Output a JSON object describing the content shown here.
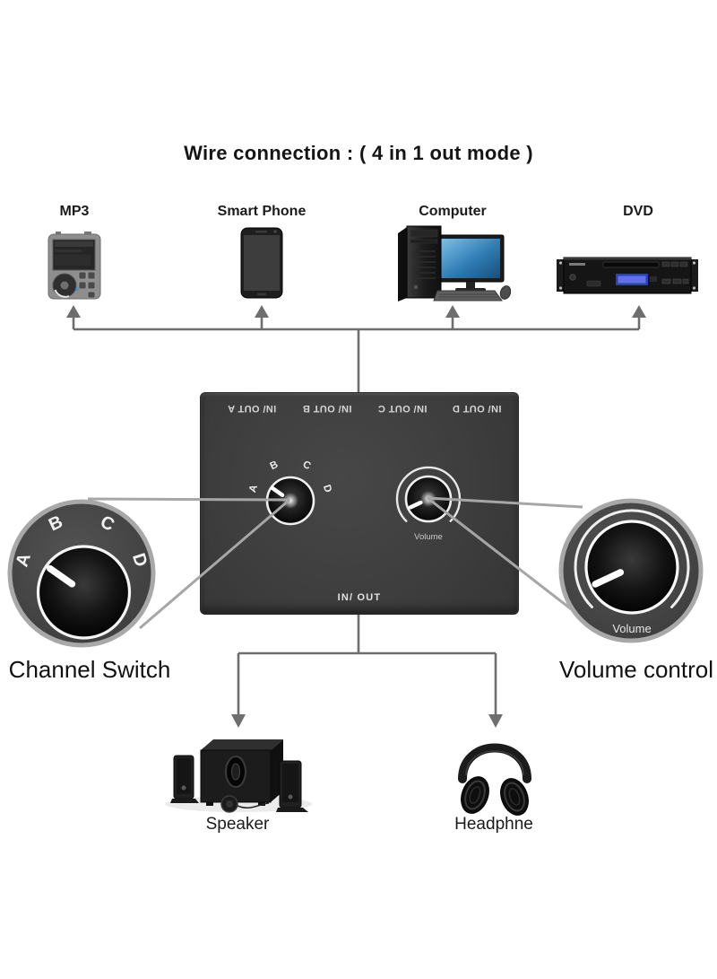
{
  "title": "Wire connection : ( 4 in 1 out mode )",
  "sources": {
    "mp3": "MP3",
    "smart_phone": "Smart Phone",
    "computer": "Computer",
    "dvd": "DVD"
  },
  "switcher": {
    "ports": [
      "IN/ OUT A",
      "IN/ OUT B",
      "IN/ OUT C",
      "IN/ OUT D"
    ],
    "channel_positions": [
      "A",
      "B",
      "C",
      "D"
    ],
    "selected_channel": "A",
    "volume_label": "Volume",
    "bottom_label": "IN/ OUT"
  },
  "callouts": {
    "channel": {
      "caption": "Channel Switch",
      "positions": [
        "A",
        "B",
        "C",
        "D"
      ]
    },
    "volume": {
      "caption": "Volume control",
      "knob_label": "Volume"
    }
  },
  "outputs": {
    "speaker": "Speaker",
    "headphone": "Headphne"
  },
  "colors": {
    "background": "#ffffff",
    "box": "#3f3f3f",
    "connector_line": "#6e6e6e",
    "callout_line": "#a6a6a6",
    "monitor_screen_blue": "#2f7cb4",
    "dvd_display_blue": "#3c4fc9",
    "text": "#151515"
  }
}
